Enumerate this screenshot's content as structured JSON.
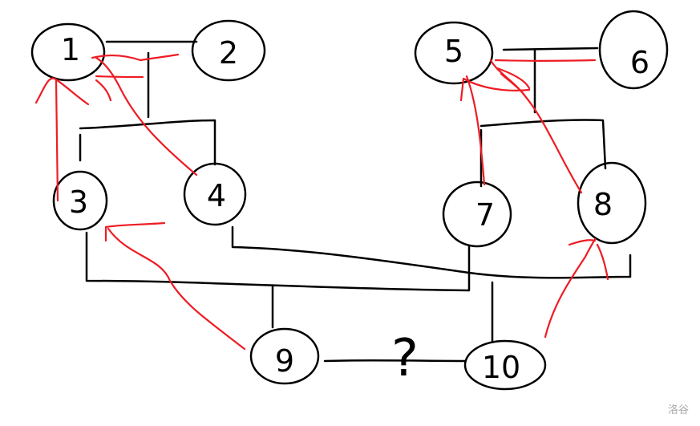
{
  "nodes": [
    "1",
    "2",
    "3",
    "4",
    "5",
    "6",
    "7",
    "8",
    "9",
    "10"
  ],
  "unknown_mark": "?",
  "watermark": "洛谷",
  "colors": {
    "ink": "#000000",
    "arrow": "#ee1c24"
  }
}
